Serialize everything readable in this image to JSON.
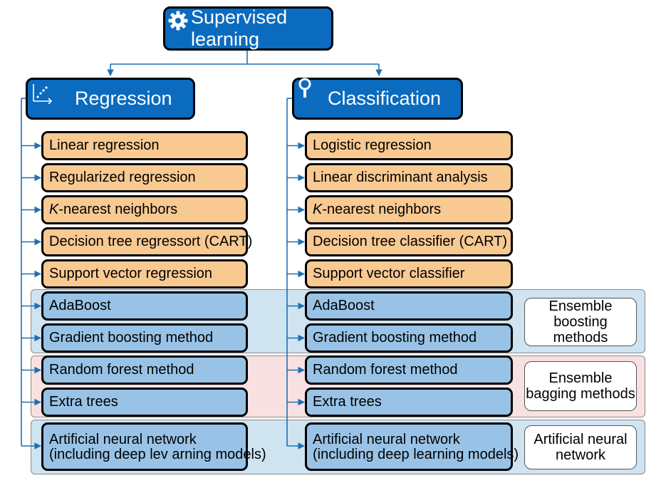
{
  "root": {
    "label": "Supervised learning",
    "icon": "gear-icon"
  },
  "regression": {
    "label": "Regression",
    "icon": "scatter-chart-icon",
    "methods": [
      {
        "k": "",
        "text": "Linear regression"
      },
      {
        "k": "",
        "text": "Regularized regression"
      },
      {
        "k": "K",
        "text": "-nearest neighbors"
      },
      {
        "k": "",
        "text": "Decision tree regressort (CART)"
      },
      {
        "k": "",
        "text": "Support vector regression"
      },
      {
        "k": "",
        "text": "AdaBoost"
      },
      {
        "k": "",
        "text": "Gradient boosting method"
      },
      {
        "k": "",
        "text": "Random forest method"
      },
      {
        "k": "",
        "text": "Extra trees"
      }
    ],
    "ann_line1": "Artificial neural network",
    "ann_line2": "(including deep lev arning models)"
  },
  "classification": {
    "label": "Classification",
    "icon": "magnifier-icon",
    "methods": [
      {
        "k": "",
        "text": "Logistic regression"
      },
      {
        "k": "",
        "text": "Linear discriminant analysis"
      },
      {
        "k": "K",
        "text": "-nearest neighbors"
      },
      {
        "k": "",
        "text": "Decision tree classifier (CART)"
      },
      {
        "k": "",
        "text": "Support vector classifier"
      },
      {
        "k": "",
        "text": "AdaBoost"
      },
      {
        "k": "",
        "text": "Gradient boosting method"
      },
      {
        "k": "",
        "text": "Random forest method"
      },
      {
        "k": "",
        "text": "Extra trees"
      }
    ],
    "ann_line1": "Artificial neural network",
    "ann_line2": "(including deep learning models)"
  },
  "groups": {
    "boosting": {
      "line1": "Ensemble",
      "line2": "boosting methods"
    },
    "bagging": {
      "line1": "Ensemble",
      "line2": "bagging methods"
    },
    "ann": {
      "line1": "Artificial neural",
      "line2": "network"
    }
  },
  "colors": {
    "header": "#0b6bbf",
    "orange": "#f9c992",
    "blue": "#99c3e6",
    "boost_bg": "#cfe3f1",
    "bag_bg": "#f8e1e1",
    "connector": "#1f6fb5"
  }
}
